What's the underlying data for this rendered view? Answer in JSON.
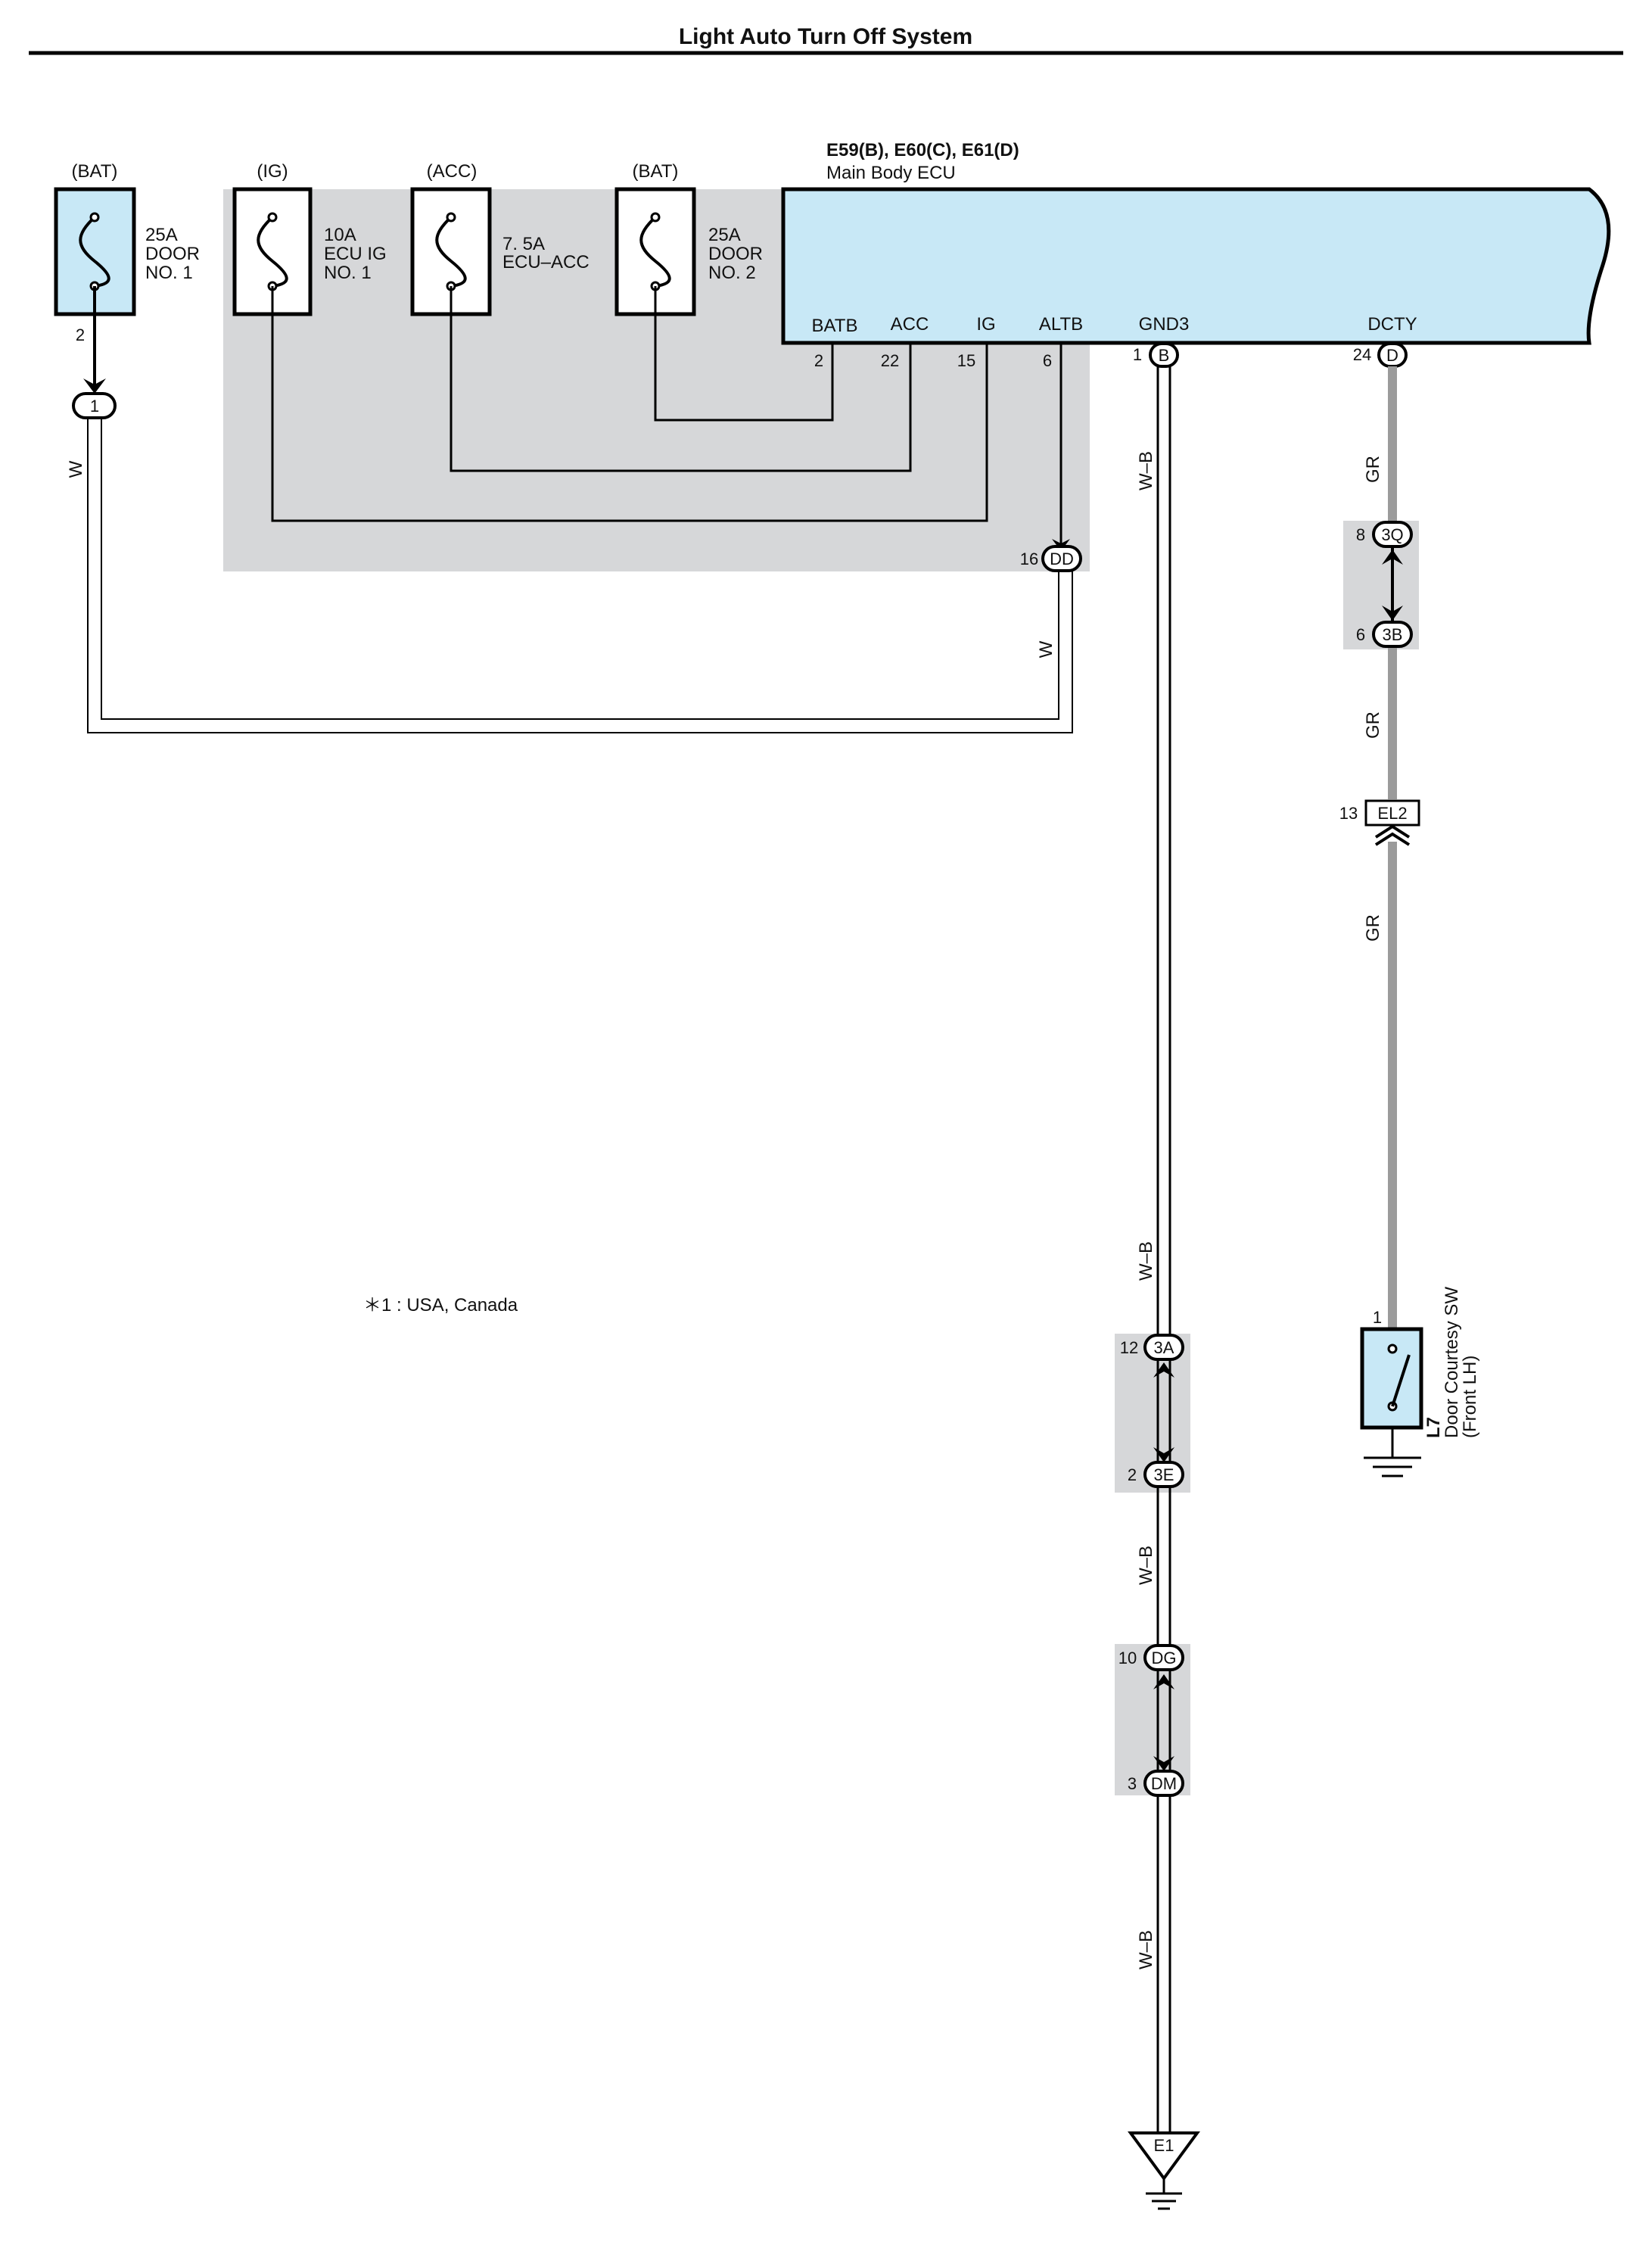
{
  "title": "Light Auto Turn Off System",
  "colors": {
    "ecu_fill": "#c8e8f6",
    "shade": "#d6d7d9",
    "wire_gray": "#9b9b9b",
    "line": "#000000"
  },
  "fuses": [
    {
      "source": "(BAT)",
      "rating": "25A",
      "name1": "DOOR",
      "name2": "NO. 1",
      "pin": "2"
    },
    {
      "source": "(IG)",
      "rating": "10A",
      "name1": "ECU IG",
      "name2": "NO. 1"
    },
    {
      "source": "(ACC)",
      "rating": "7. 5A",
      "name1": "ECU–ACC",
      "name2": ""
    },
    {
      "source": "(BAT)",
      "rating": "25A",
      "name1": "DOOR",
      "name2": "NO. 2"
    }
  ],
  "ecu": {
    "codes": "E59(B), E60(C), E61(D)",
    "name": "Main Body ECU",
    "terminals": [
      {
        "name": "BATB",
        "pin": "2"
      },
      {
        "name": "ACC",
        "pin": "22"
      },
      {
        "name": "IG",
        "pin": "15"
      },
      {
        "name": "ALTB",
        "pin": "6"
      },
      {
        "name": "GND3",
        "pin": "1",
        "conn": "B"
      },
      {
        "name": "DCTY",
        "pin": "24",
        "conn": "D"
      }
    ]
  },
  "connectors": {
    "c1": {
      "code": "1"
    },
    "dd": {
      "code": "DD",
      "pin": "16"
    },
    "c3q": {
      "code": "3Q",
      "pin": "8"
    },
    "c3b": {
      "code": "3B",
      "pin": "6"
    },
    "el2": {
      "code": "EL2",
      "pin": "13"
    },
    "c3a": {
      "code": "3A",
      "pin": "12"
    },
    "c3e": {
      "code": "3E",
      "pin": "2"
    },
    "dg": {
      "code": "DG",
      "pin": "10"
    },
    "dm": {
      "code": "DM",
      "pin": "3"
    }
  },
  "wires": {
    "w": "W",
    "wb": "W–B",
    "gr": "GR"
  },
  "door_switch": {
    "pin": "1",
    "code": "L7",
    "name": "Door Courtesy SW",
    "side": "(Front LH)"
  },
  "ground": {
    "label": "E1"
  },
  "note": "＊1 : USA,  Canada"
}
